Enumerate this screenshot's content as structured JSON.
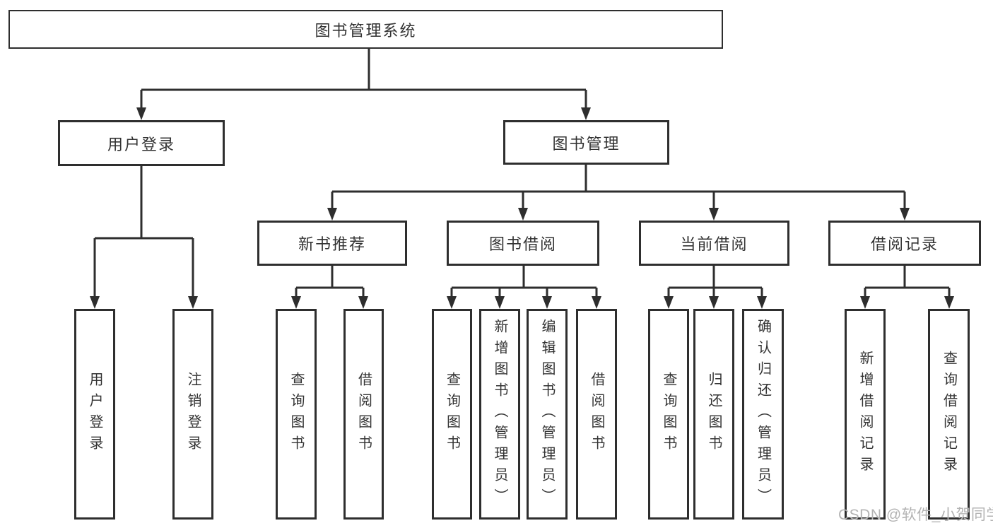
{
  "hierarchy": {
    "root": "图书管理系统",
    "children": [
      {
        "label": "用户登录",
        "children": [
          "用户登录",
          "注销登录"
        ]
      },
      {
        "label": "图书管理",
        "children": [
          {
            "label": "新书推荐",
            "children": [
              "查询图书",
              "借阅图书"
            ]
          },
          {
            "label": "图书借阅",
            "children": [
              "查询图书",
              "新增图书（管理员）",
              "编辑图书（管理员）",
              "借阅图书"
            ]
          },
          {
            "label": "当前借阅",
            "children": [
              "查询图书",
              "归还图书",
              "确认归还（管理员）"
            ]
          },
          {
            "label": "借阅记录",
            "children": [
              "新增借阅记录",
              "查询借阅记录"
            ]
          }
        ]
      }
    ]
  },
  "watermark": {
    "text": "CSDN @软件_小贺同学"
  },
  "colors": {
    "line": "#2e2e2e",
    "box_border": "#2e2e2e",
    "text": "#333333",
    "watermark": "#b3b3b3",
    "background": "#ffffff"
  }
}
